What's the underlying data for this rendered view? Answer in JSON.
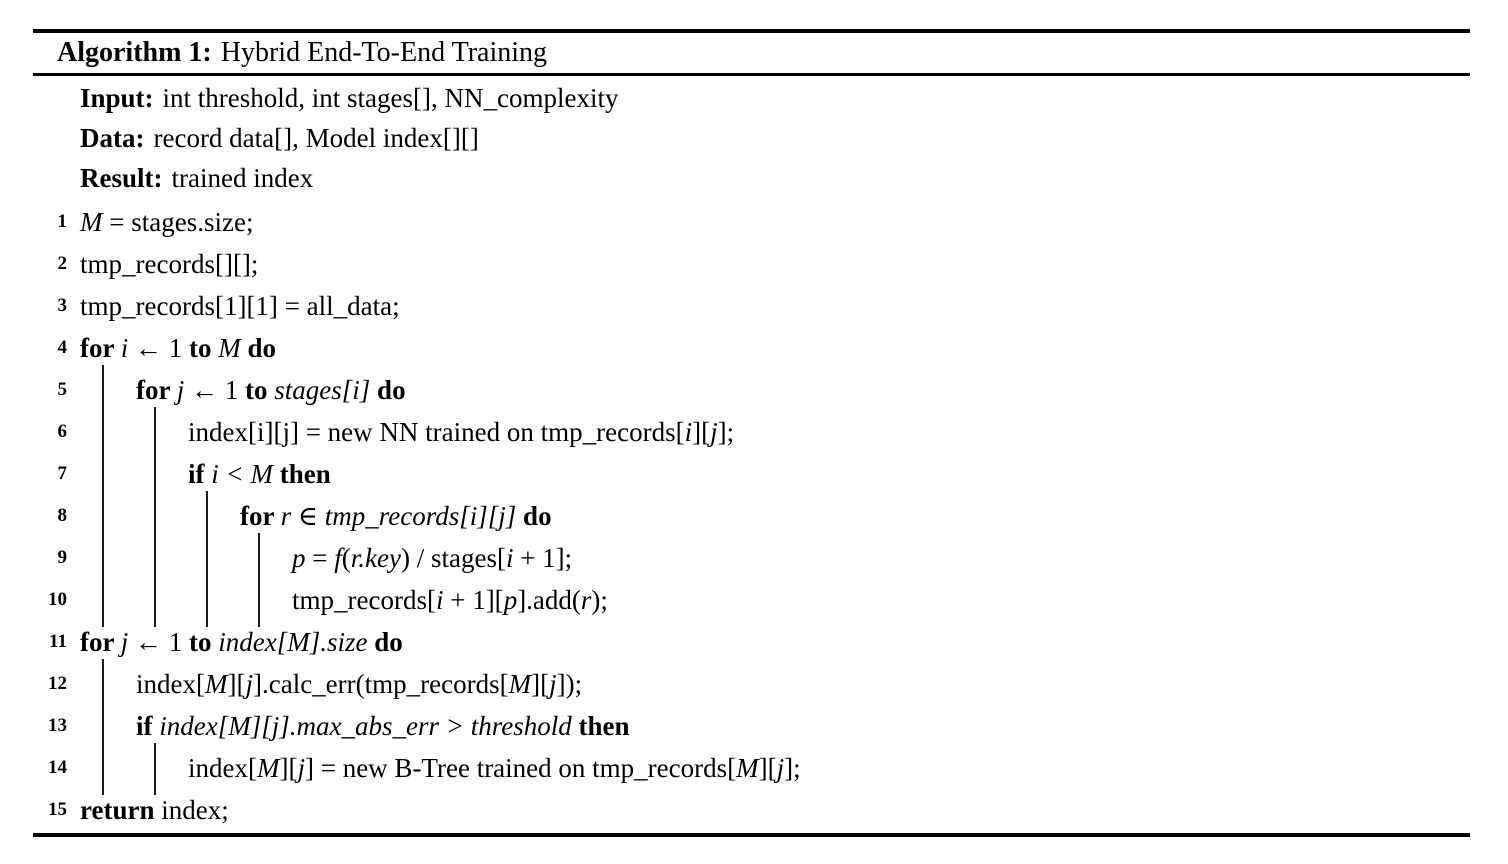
{
  "title": {
    "label": "Algorithm 1:",
    "text": "Hybrid End-To-End Training"
  },
  "header": [
    {
      "label": "Input:",
      "text": "int threshold, int stages[], NN_complexity"
    },
    {
      "label": "Data:",
      "text": "record data[], Model index[][]"
    },
    {
      "label": "Result:",
      "text": "trained index"
    }
  ],
  "lines": [
    {
      "num": "1",
      "level": 0,
      "segs": [
        [
          "i",
          "M"
        ],
        [
          "r",
          " = stages.size;"
        ]
      ]
    },
    {
      "num": "2",
      "level": 0,
      "segs": [
        [
          "r",
          "tmp_records[][];"
        ]
      ]
    },
    {
      "num": "3",
      "level": 0,
      "segs": [
        [
          "r",
          "tmp_records[1][1] = all_data;"
        ]
      ]
    },
    {
      "num": "4",
      "level": 0,
      "segs": [
        [
          "b",
          "for "
        ],
        [
          "i",
          "i"
        ],
        [
          "r",
          " ← 1 "
        ],
        [
          "b",
          "to"
        ],
        [
          "r",
          " "
        ],
        [
          "i",
          "M"
        ],
        [
          "r",
          " "
        ],
        [
          "b",
          "do"
        ]
      ]
    },
    {
      "num": "5",
      "level": 1,
      "segs": [
        [
          "b",
          "for "
        ],
        [
          "i",
          "j"
        ],
        [
          "r",
          " ← 1 "
        ],
        [
          "b",
          "to"
        ],
        [
          "r",
          " "
        ],
        [
          "i",
          "stages[i]"
        ],
        [
          "r",
          " "
        ],
        [
          "b",
          "do"
        ]
      ]
    },
    {
      "num": "6",
      "level": 2,
      "segs": [
        [
          "r",
          "index[i][j] = new NN trained on tmp_records["
        ],
        [
          "i",
          "i"
        ],
        [
          "r",
          "]["
        ],
        [
          "i",
          "j"
        ],
        [
          "r",
          "];"
        ]
      ]
    },
    {
      "num": "7",
      "level": 2,
      "segs": [
        [
          "b",
          "if "
        ],
        [
          "i",
          "i < M"
        ],
        [
          "r",
          " "
        ],
        [
          "b",
          "then"
        ]
      ]
    },
    {
      "num": "8",
      "level": 3,
      "segs": [
        [
          "b",
          "for "
        ],
        [
          "i",
          "r"
        ],
        [
          "r",
          " ∈ "
        ],
        [
          "i",
          "tmp_records[i][j]"
        ],
        [
          "r",
          " "
        ],
        [
          "b",
          "do"
        ]
      ]
    },
    {
      "num": "9",
      "level": 4,
      "segs": [
        [
          "i",
          "p"
        ],
        [
          "r",
          " = "
        ],
        [
          "i",
          "f"
        ],
        [
          "r",
          "("
        ],
        [
          "i",
          "r.key"
        ],
        [
          "r",
          ") / stages["
        ],
        [
          "i",
          "i"
        ],
        [
          "r",
          " + 1];"
        ]
      ]
    },
    {
      "num": "10",
      "level": 4,
      "segs": [
        [
          "r",
          "tmp_records["
        ],
        [
          "i",
          "i"
        ],
        [
          "r",
          " + 1]["
        ],
        [
          "i",
          "p"
        ],
        [
          "r",
          "].add("
        ],
        [
          "i",
          "r"
        ],
        [
          "r",
          ");"
        ]
      ]
    },
    {
      "num": "11",
      "level": 0,
      "segs": [
        [
          "b",
          "for "
        ],
        [
          "i",
          "j"
        ],
        [
          "r",
          " ← 1 "
        ],
        [
          "b",
          "to"
        ],
        [
          "r",
          " "
        ],
        [
          "i",
          "index[M].size"
        ],
        [
          "r",
          " "
        ],
        [
          "b",
          "do"
        ]
      ]
    },
    {
      "num": "12",
      "level": 1,
      "segs": [
        [
          "r",
          "index["
        ],
        [
          "i",
          "M"
        ],
        [
          "r",
          "]["
        ],
        [
          "i",
          "j"
        ],
        [
          "r",
          "].calc_err(tmp_records["
        ],
        [
          "i",
          "M"
        ],
        [
          "r",
          "]["
        ],
        [
          "i",
          "j"
        ],
        [
          "r",
          "]);"
        ]
      ]
    },
    {
      "num": "13",
      "level": 1,
      "segs": [
        [
          "b",
          "if "
        ],
        [
          "i",
          "index[M][j].max_abs_err > threshold"
        ],
        [
          "r",
          " "
        ],
        [
          "b",
          "then"
        ]
      ]
    },
    {
      "num": "14",
      "level": 2,
      "segs": [
        [
          "r",
          "index["
        ],
        [
          "i",
          "M"
        ],
        [
          "r",
          "]["
        ],
        [
          "i",
          "j"
        ],
        [
          "r",
          "] = new B-Tree trained on tmp_records["
        ],
        [
          "i",
          "M"
        ],
        [
          "r",
          "]["
        ],
        [
          "i",
          "j"
        ],
        [
          "r",
          "];"
        ]
      ]
    },
    {
      "num": "15",
      "level": 0,
      "segs": [
        [
          "b",
          "return"
        ],
        [
          "r",
          " index;"
        ]
      ]
    }
  ],
  "blocks": [
    {
      "bar": 1,
      "from": 5,
      "to": 10
    },
    {
      "bar": 2,
      "from": 6,
      "to": 10
    },
    {
      "bar": 3,
      "from": 8,
      "to": 10
    },
    {
      "bar": 4,
      "from": 9,
      "to": 10
    },
    {
      "bar": 1,
      "from": 12,
      "to": 14
    },
    {
      "bar": 2,
      "from": 14,
      "to": 14
    }
  ],
  "colors": {
    "text": "#000000",
    "rule": "#000000",
    "background": "#ffffff"
  }
}
